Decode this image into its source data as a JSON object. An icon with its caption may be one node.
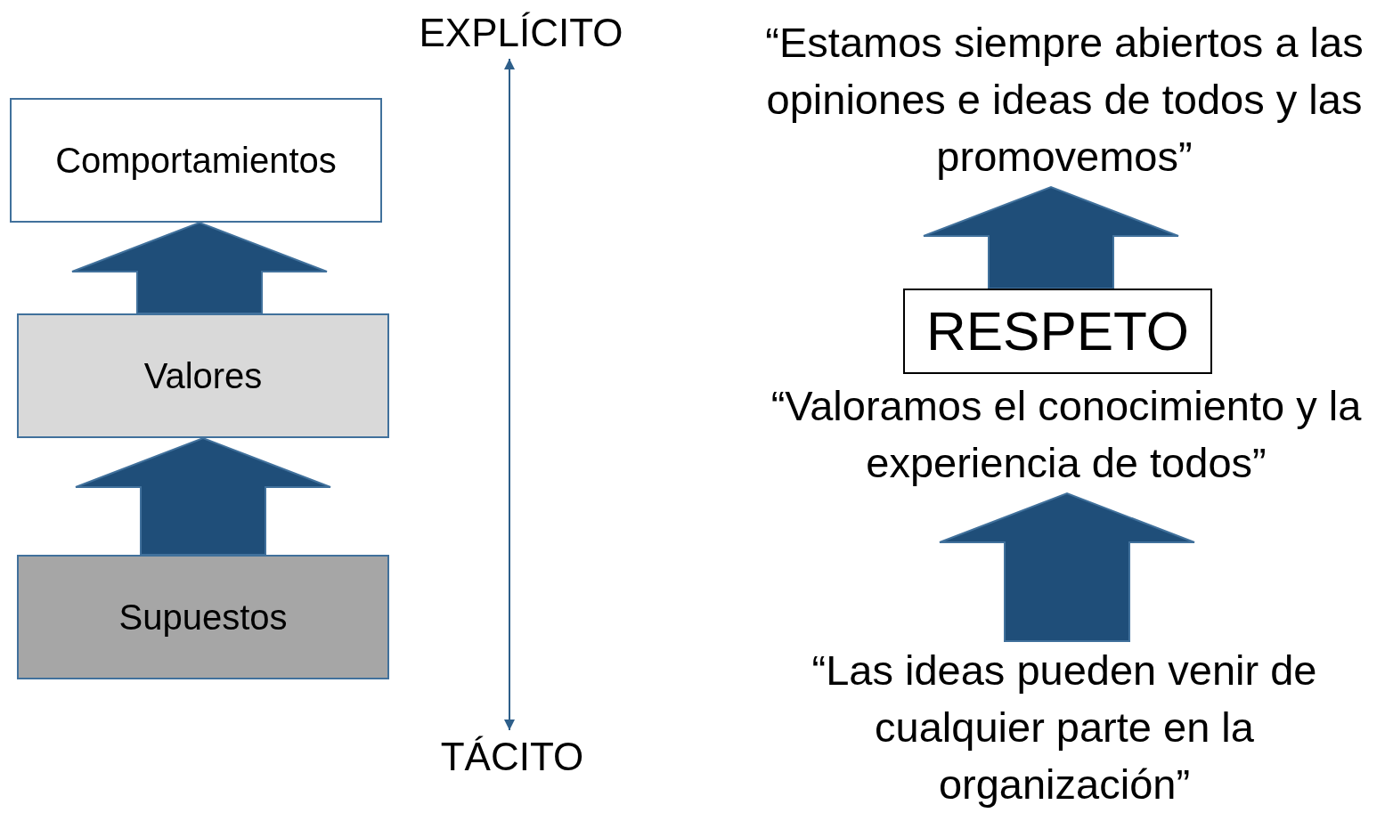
{
  "diagram": {
    "nodes": [
      {
        "text": [
          "EXPLÍCITO"
        ]
      },
      {
        "text": [
          "TÁCITO"
        ]
      },
      {
        "text": [
          "Comportamientos"
        ]
      },
      {
        "text": [
          "Valores"
        ]
      },
      {
        "text": [
          "Supuestos"
        ]
      },
      {
        "text": [
          "“Estamos siempre abiertos a las opiniones e ideas de todos y las promovemos”"
        ]
      },
      {
        "text": [
          "RESPETO"
        ]
      },
      {
        "text": [
          "“Valoramos el conocimiento y la experiencia de todos”"
        ]
      },
      {
        "text": [
          "“Las ideas pueden venir de cualquier parte en la organización”"
        ]
      }
    ],
    "edges": [
      {
        "from": 1,
        "to": 0,
        "arrow": "both"
      },
      {
        "from": 3,
        "to": 2,
        "arrow": "to",
        "style": "thick"
      },
      {
        "from": 4,
        "to": 3,
        "arrow": "to",
        "style": "thick"
      },
      {
        "from": 6,
        "to": 5,
        "arrow": "to",
        "style": "thick"
      },
      {
        "from": 8,
        "to": 7,
        "arrow": "to",
        "style": "thick"
      }
    ]
  }
}
